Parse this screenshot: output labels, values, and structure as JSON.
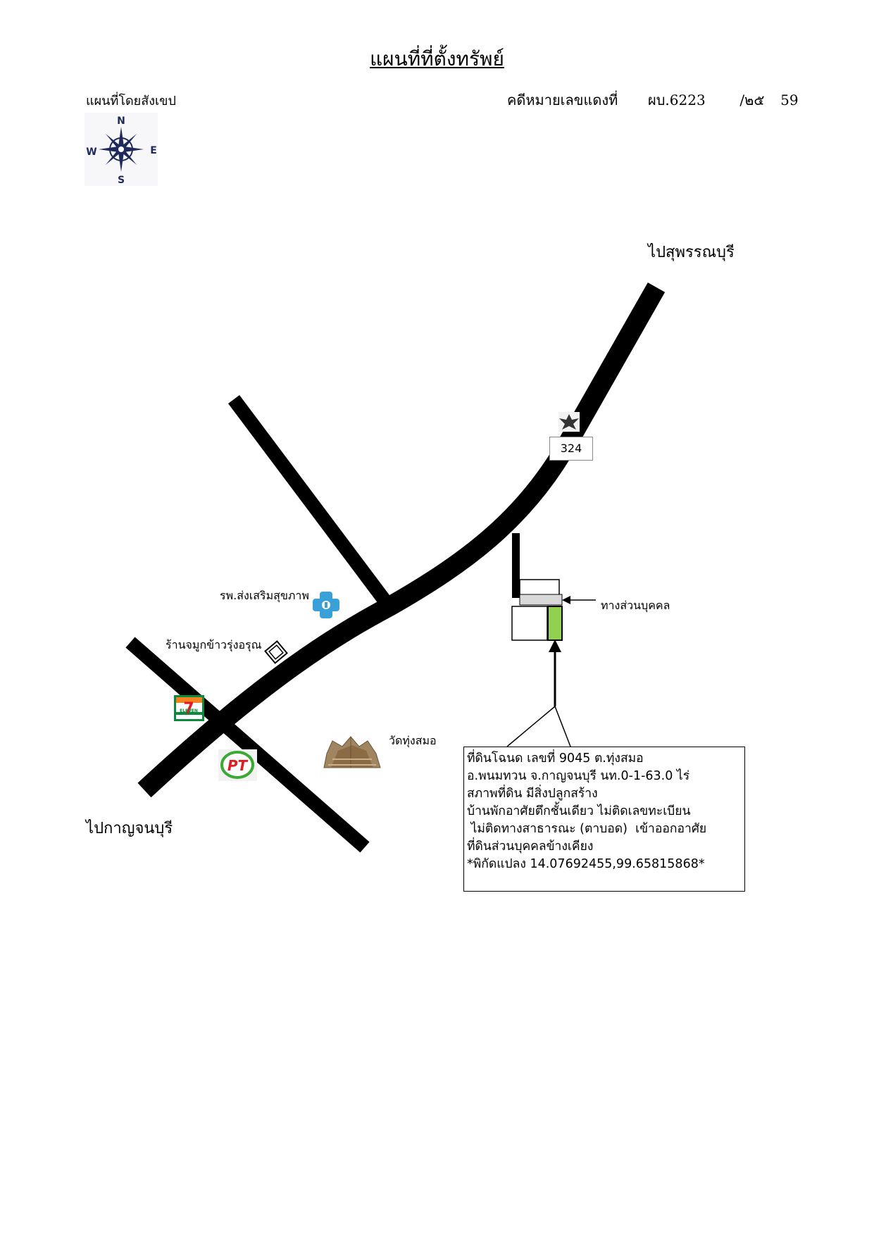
{
  "header": {
    "title": "แผนที่ที่ตั้งทรัพย์",
    "subtitle": "แผนที่โดยสังเขป",
    "case_label": "คดีหมายเลขแดงที่",
    "case_prefix": "ผบ.6223",
    "case_year_slash": "/๒๕",
    "case_year_end": "59"
  },
  "compass": {
    "n": "N",
    "s": "S",
    "e": "E",
    "w": "W"
  },
  "labels": {
    "to_suphanburi": "ไปสุพรรณบุรี",
    "to_kanchanaburi": "ไปกาญจนบุรี",
    "route_number": "324",
    "private_road": "ทางส่วนบุคคล",
    "health_center": "รพ.ส่งเสริมสุขภาพ",
    "rice_shop": "ร้านจมูกข้าวรุ่งอรุณ",
    "temple": "วัดทุ่งสมอ",
    "seven_eleven": "7",
    "seven_eleven_text": "ELEVEN",
    "pt_logo": "PT"
  },
  "info_box": {
    "lines": [
      "ที่ดินโฉนด เลขที่ 9045  ต.ทุ่งสมอ",
      "อ.พนมทวน จ.กาญจนบุรี   นท.0-1-63.0 ไร่",
      "สภาพที่ดิน มีสิ่งปลูกสร้าง",
      "บ้านพักอาศัยตึกชั้นเดียว   ไม่ติดเลขทะเบียน",
      " ไม่ติดทางสาธารณะ (ตาบอด)  เข้าออกอาศัย",
      "ที่ดินส่วนบุคคลข้างเคียง",
      "*พิกัดแปลง 14.07692455,99.65815868*"
    ]
  },
  "colors": {
    "road": "#000000",
    "plot_green": "#92d050",
    "driveway_gray": "#d9d9d9",
    "compass_navy": "#1f2a5a",
    "hospital_blue": "#3aa0d8",
    "seven_green": "#0a8a3a",
    "seven_red": "#e21b22",
    "seven_orange": "#f58220",
    "pt_green": "#3aaa35",
    "pt_red": "#e21b22",
    "temple_brown": "#8b6b45"
  }
}
